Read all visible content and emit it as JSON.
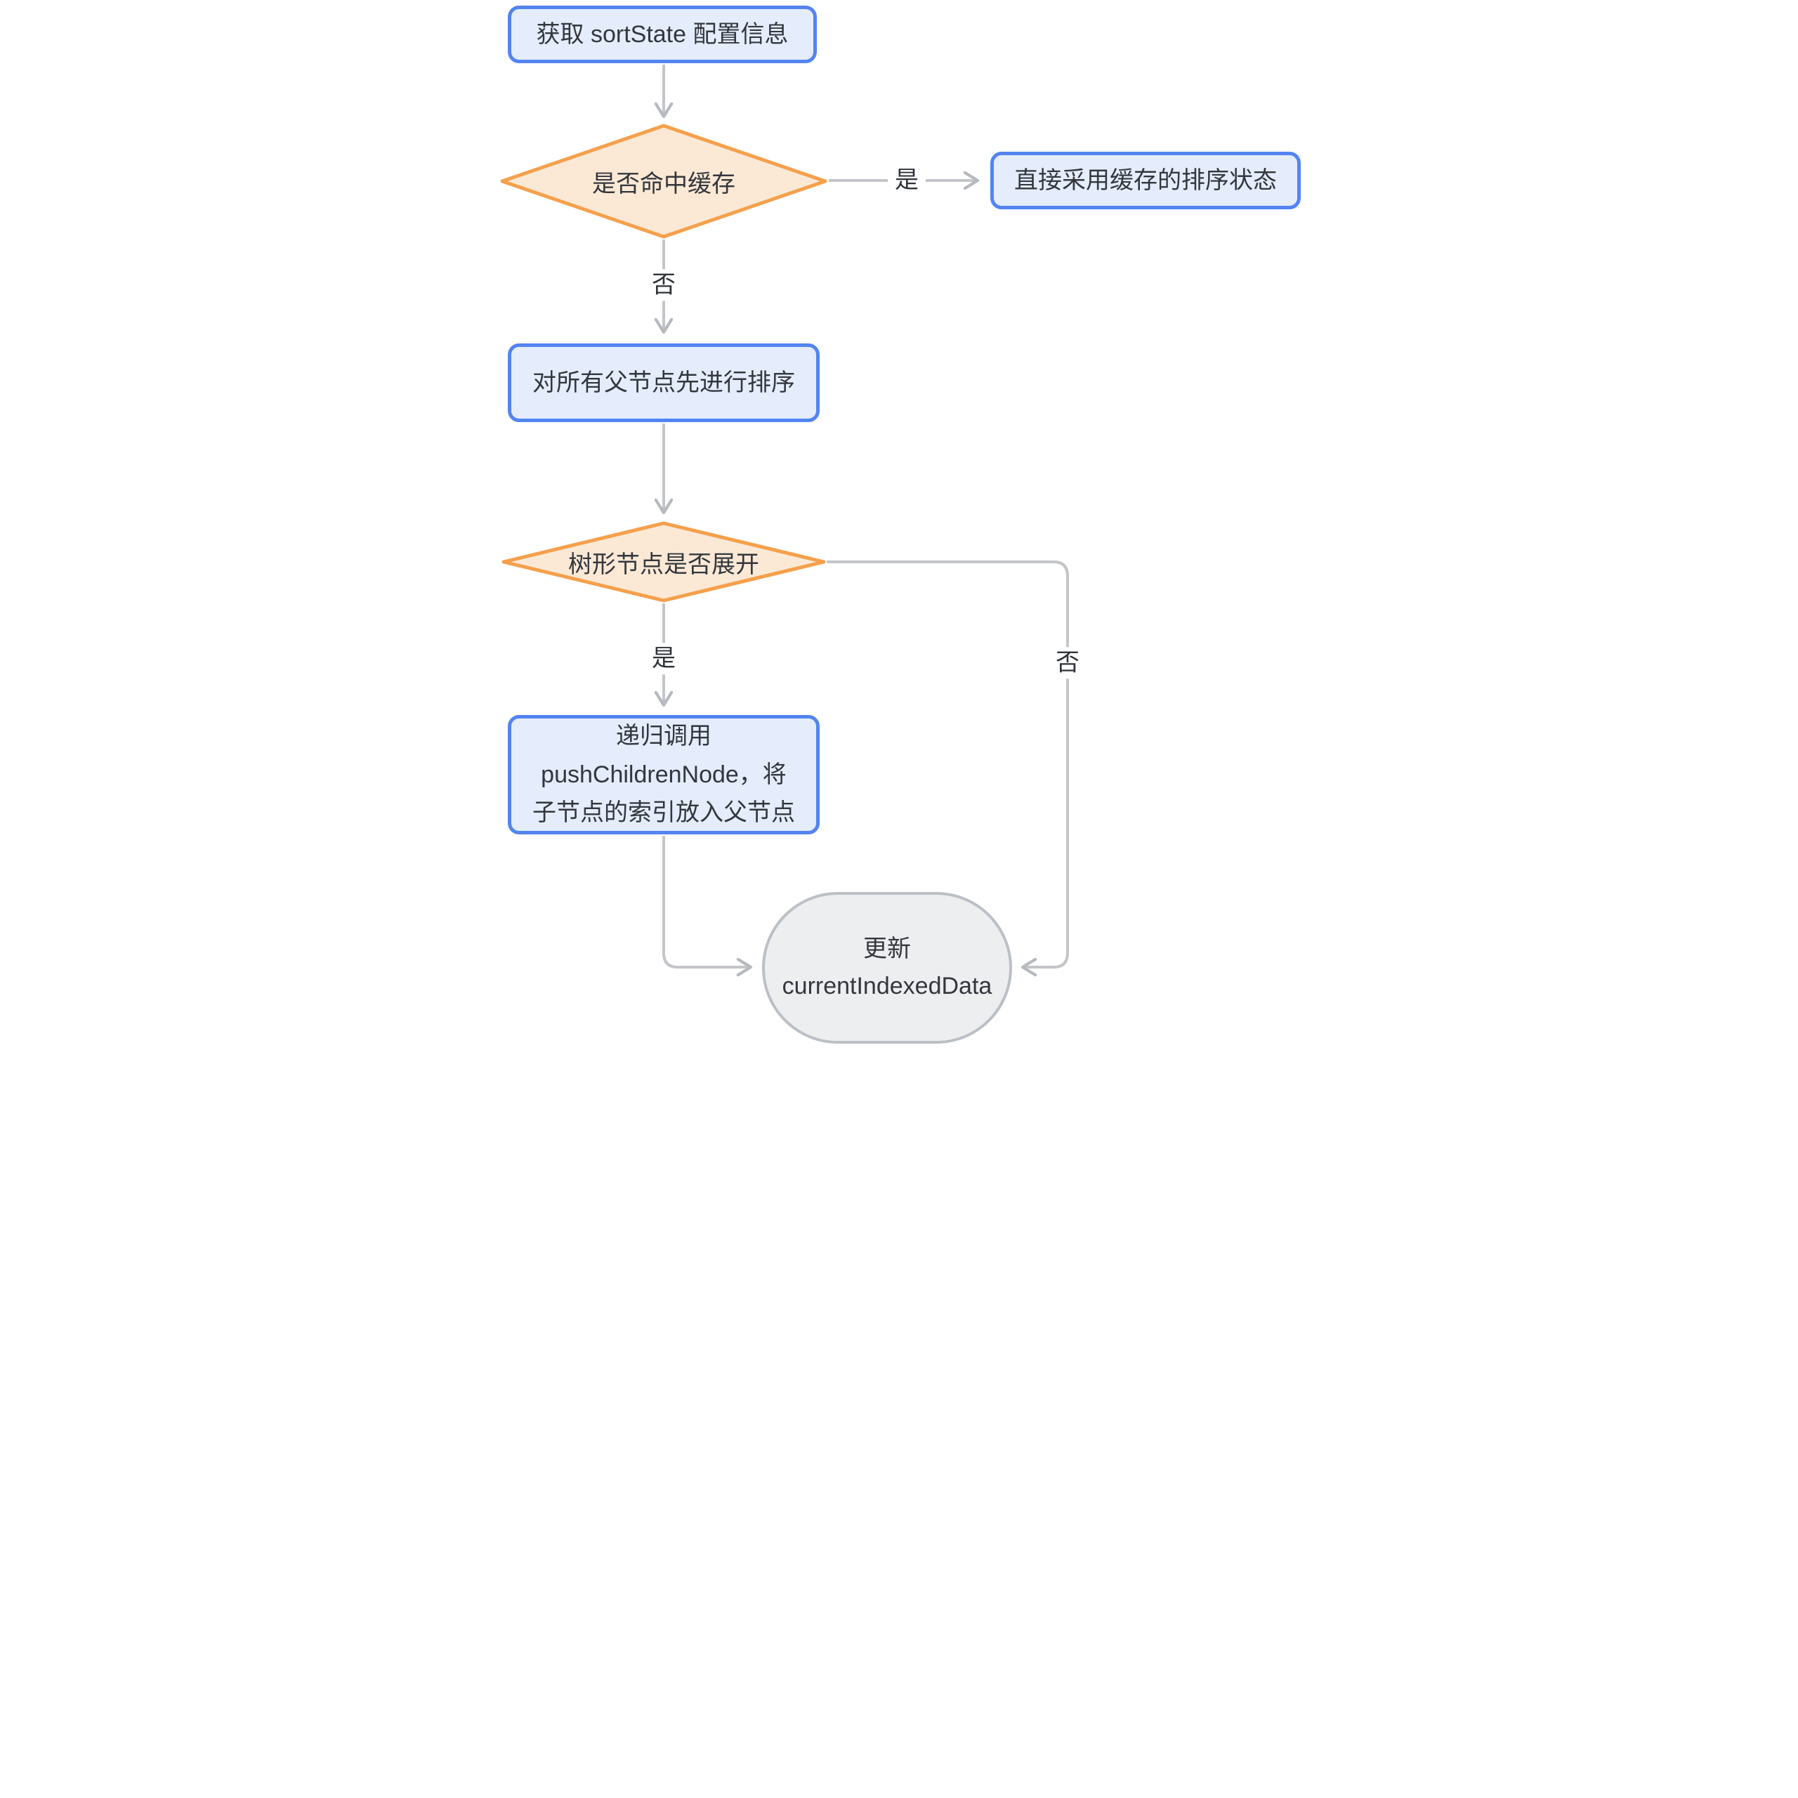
{
  "flowchart": {
    "nodes": {
      "start": {
        "label": "获取 sortState 配置信息"
      },
      "cache_decision": {
        "label": "是否命中缓存"
      },
      "use_cache": {
        "label": "直接采用缓存的排序状态"
      },
      "sort_parents": {
        "label": "对所有父节点先进行排序"
      },
      "expand_decision": {
        "label": "树形节点是否展开"
      },
      "recursive_push": {
        "line1": "递归调用 pushChildrenNode，将",
        "line2": "子节点的索引放入父节点"
      },
      "update_data": {
        "line1": "更新",
        "line2": "currentIndexedData"
      }
    },
    "edge_labels": {
      "cache_yes": "是",
      "cache_no": "否",
      "expand_yes": "是",
      "expand_no": "否"
    },
    "colors": {
      "process_fill": "#e5edfc",
      "process_border": "#5384f2",
      "decision_fill": "#fbe9d6",
      "decision_border": "#f5a04c",
      "terminal_fill": "#edeef0",
      "terminal_border": "#bcc0c6",
      "edge_line": "#c3c5c9",
      "arrowhead": "#b6b9be",
      "text": "#33373d",
      "background": "#ffffff"
    }
  }
}
